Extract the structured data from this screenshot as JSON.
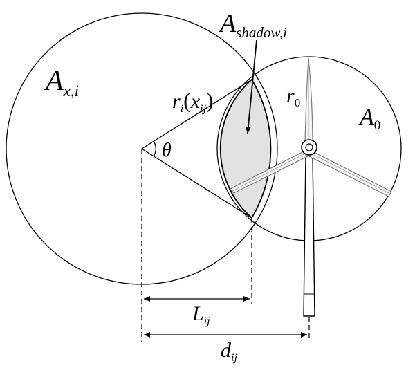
{
  "labels": {
    "wake_area": {
      "main": "A",
      "sub": "x,i"
    },
    "shadow_area": {
      "main": "A",
      "sub": "shadow,i"
    },
    "wake_radius": {
      "r": "r",
      "r_sub": "i",
      "open": "(",
      "x": "x",
      "x_sub": "ij",
      "close": ")"
    },
    "rotor_radius": {
      "main": "r",
      "sub": "0"
    },
    "rotor_area": {
      "main": "A",
      "sub": "0"
    },
    "angle": "θ",
    "overlap_distance": {
      "main": "L",
      "sub": "ij"
    },
    "turbine_distance": {
      "main": "d",
      "sub": "ij"
    }
  },
  "colors": {
    "stroke": "#000000",
    "shadow_fill": "#e2e2e2",
    "blade_fill": "#f4f4f4",
    "blade_stroke": "#7a7a7a",
    "tower_fill": "#ffffff"
  },
  "icons": {
    "turbine": "wind-turbine-icon"
  }
}
